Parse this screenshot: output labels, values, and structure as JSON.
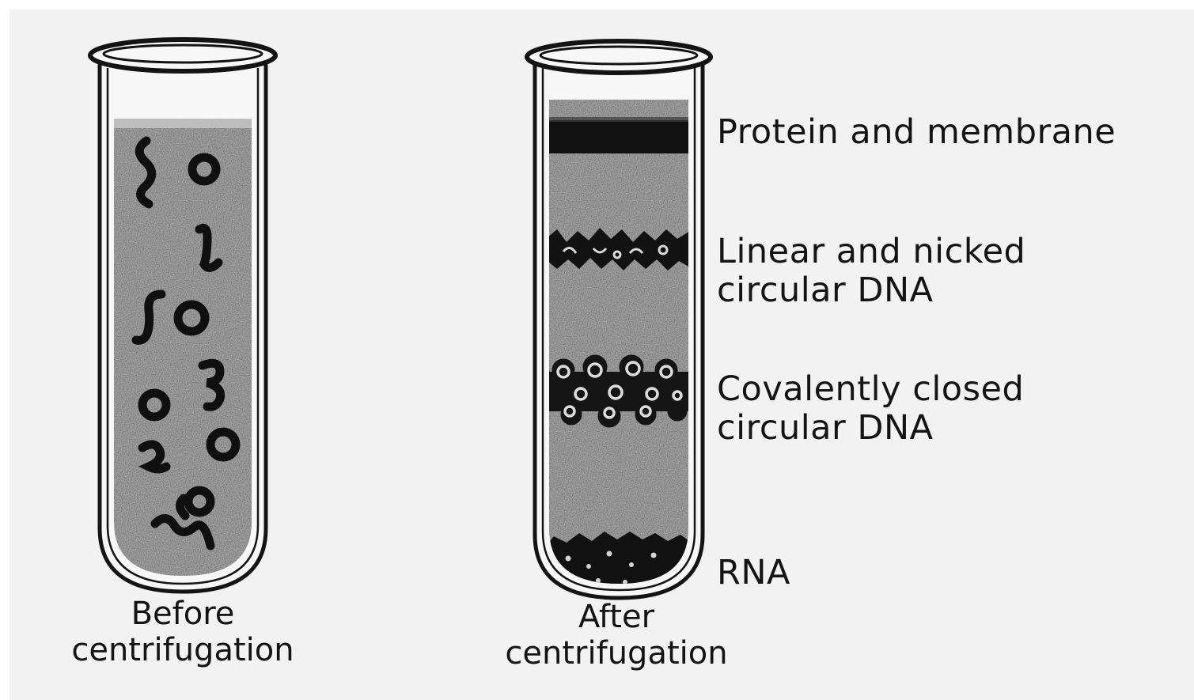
{
  "tubes": {
    "before": {
      "caption_line1": "Before",
      "caption_line2": "centrifugation"
    },
    "after": {
      "caption_line1": "After",
      "caption_line2": "centrifugation"
    }
  },
  "bands": {
    "protein": {
      "line1": "Protein and membrane"
    },
    "linear": {
      "line1": "Linear and nicked",
      "line2": "circular DNA"
    },
    "covalent": {
      "line1": "Covalently closed",
      "line2": "circular DNA"
    },
    "rna": {
      "line1": "RNA"
    }
  },
  "colors": {
    "ink": "#141414",
    "paper": "#f2f2f2",
    "fluid": "#9c9c9c"
  }
}
